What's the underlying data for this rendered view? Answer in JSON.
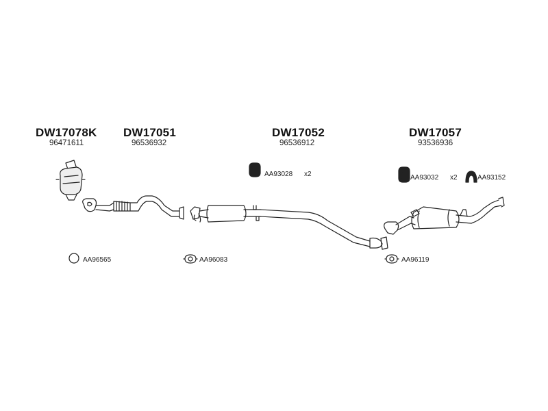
{
  "groups": [
    {
      "code": "DW17078K",
      "oem": "96471611"
    },
    {
      "code": "DW17051",
      "oem": "96536932"
    },
    {
      "code": "DW17052",
      "oem": "96536912"
    },
    {
      "code": "DW17057",
      "oem": "93536936"
    }
  ],
  "parts": {
    "hanger_1": {
      "number": "AA93028",
      "qty": "x2"
    },
    "hanger_2": {
      "number": "AA93032",
      "qty": "x2"
    },
    "hanger_3": {
      "number": "AA93152"
    },
    "ring_1": {
      "number": "AA96565"
    },
    "gasket_1": {
      "number": "AA96083"
    },
    "gasket_2": {
      "number": "AA96119"
    }
  }
}
